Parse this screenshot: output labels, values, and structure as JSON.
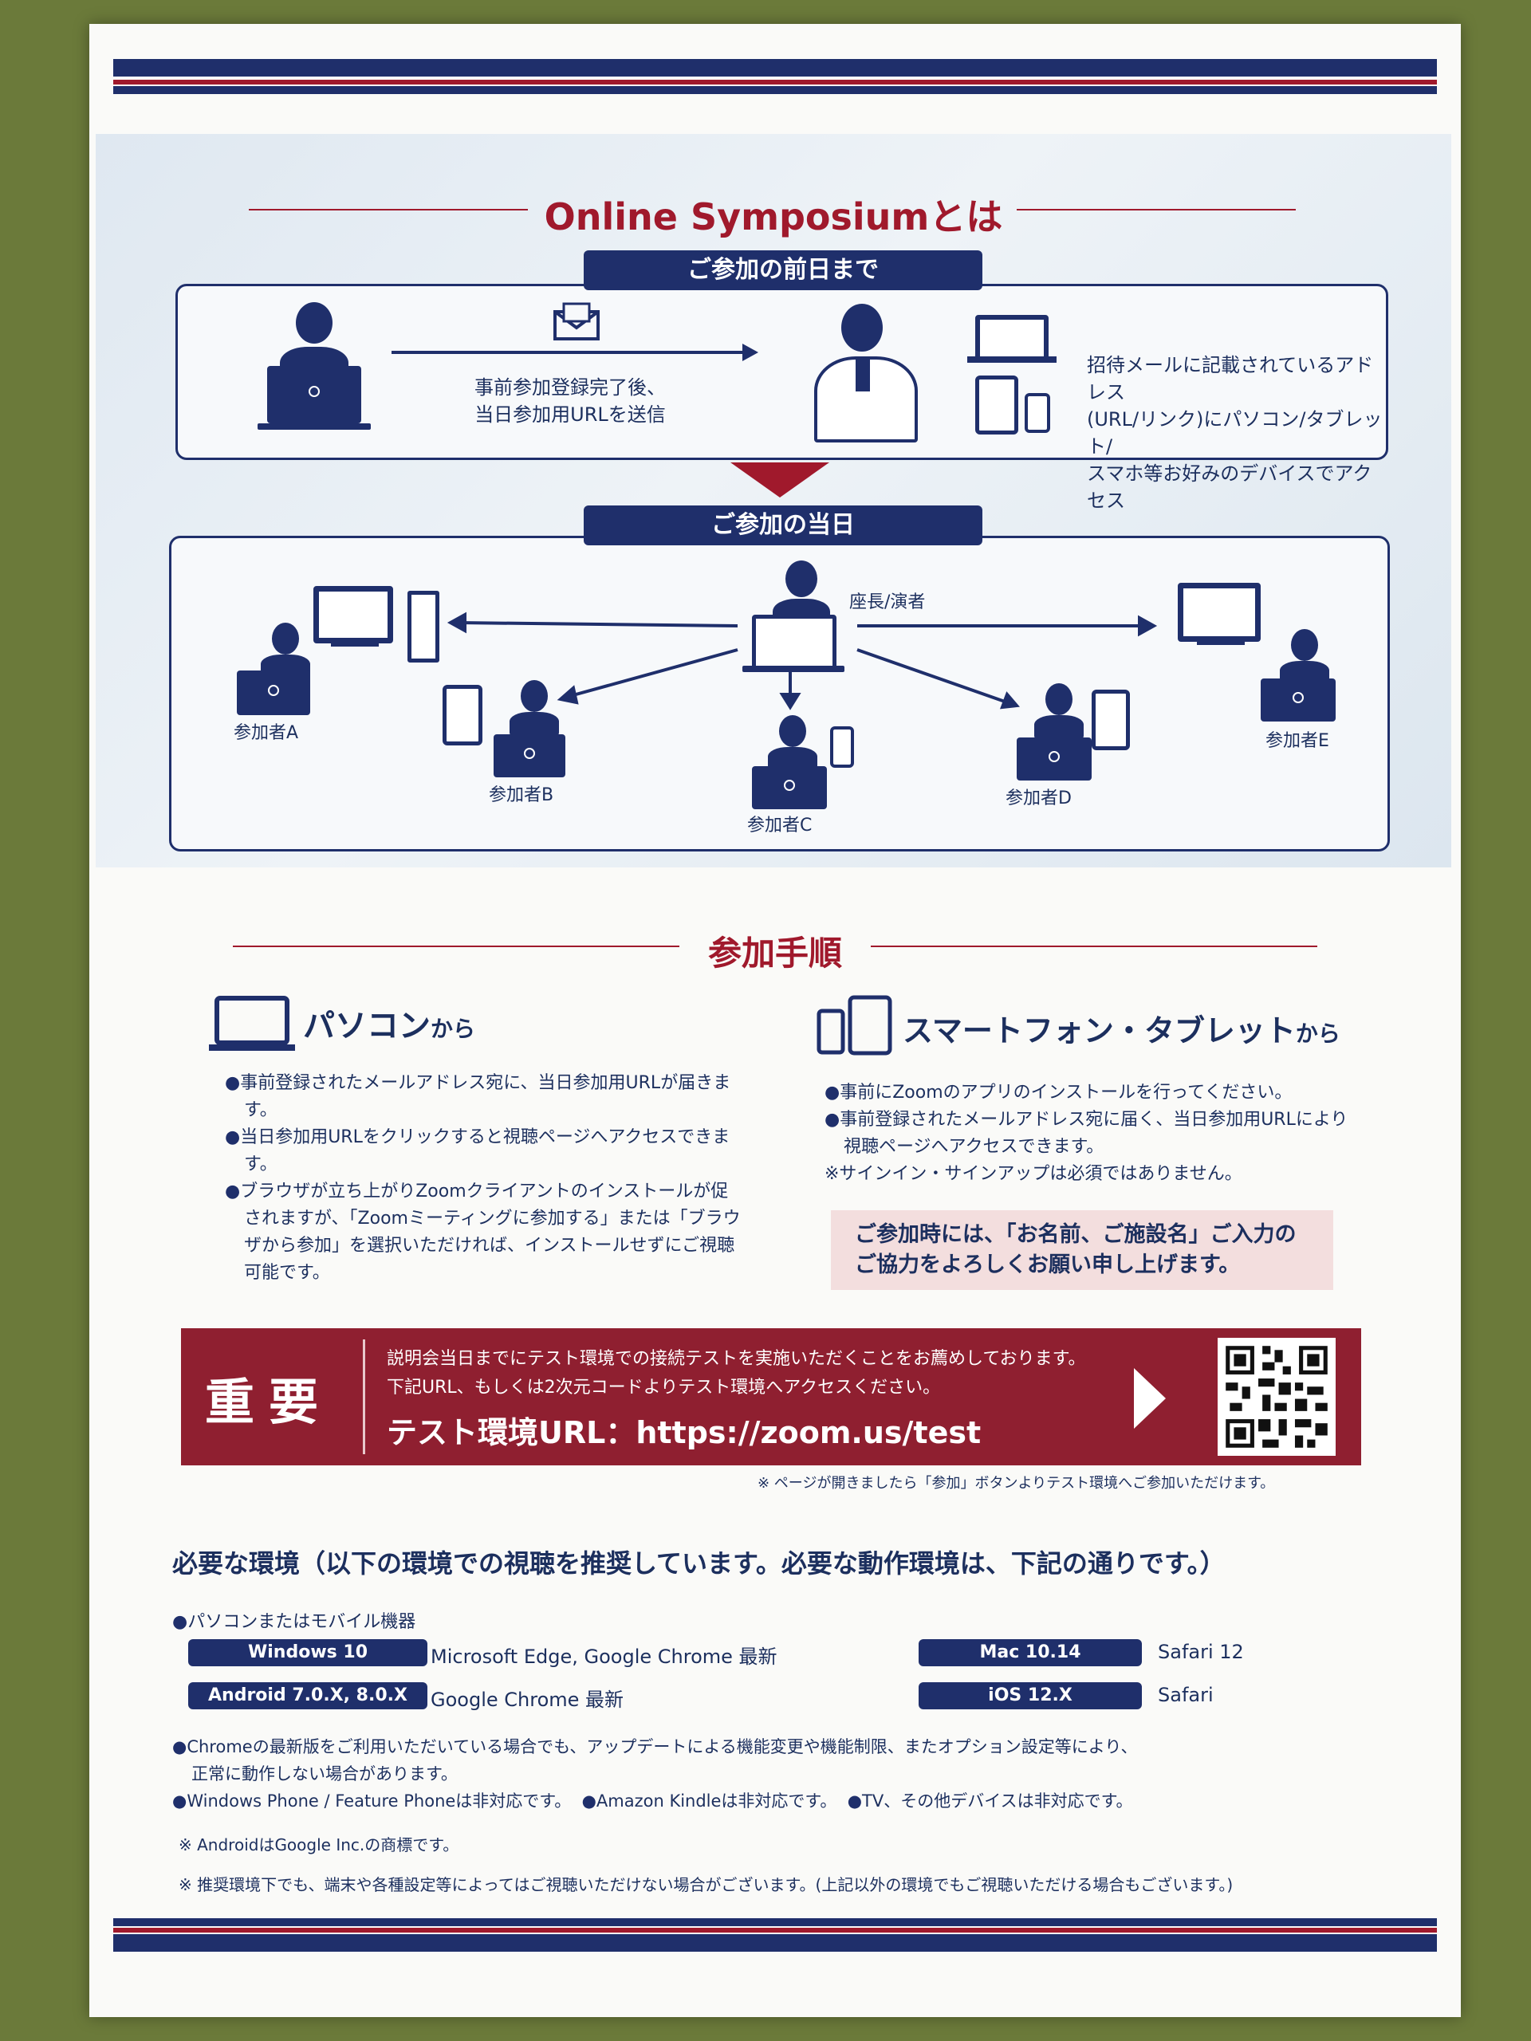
{
  "overview": {
    "title": "Online Symposiumとは",
    "day_before": {
      "tab": "ご参加の前日まで",
      "arrow_caption_1": "事前参加登録完了後、",
      "arrow_caption_2": "当日参加用URLを送信",
      "access_1": "招待メールに記載されているアドレス",
      "access_2": "(URL/リンク)にパソコン/タブレット/",
      "access_3": "スマホ等お好みのデバイスでアクセス"
    },
    "day_of": {
      "tab": "ご参加の当日",
      "presenter": "座長/演者",
      "participants": [
        "参加者A",
        "参加者B",
        "参加者C",
        "参加者D",
        "参加者E"
      ]
    }
  },
  "procedure": {
    "title": "参加手順",
    "pc": {
      "heading": "パソコン",
      "heading_suffix": "から",
      "bullets": [
        "事前登録されたメールアドレス宛に、当日参加用URLが届きます。",
        "当日参加用URLをクリックすると視聴ページへアクセスできます。",
        "ブラウザが立ち上がりZoomクライアントのインストールが促されますが、「Zoomミーティングに参加する」または「ブラウザから参加」を選択いただければ、インストールせずにご視聴可能です。"
      ]
    },
    "mobile": {
      "heading": "スマートフォン・タブレット",
      "heading_suffix": "から",
      "bullets": [
        "事前にZoomのアプリのインストールを行ってください。",
        "事前登録されたメールアドレス宛に届く、当日参加用URLにより視聴ページへアクセスできます。"
      ],
      "note": "※サインイン・サインアップは必須ではありません。"
    },
    "notice_1": "ご参加時には、「お名前、ご施設名」ご入力の",
    "notice_2": "ご協力をよろしくお願い申し上げます。"
  },
  "important": {
    "label": "重要",
    "line1": "説明会当日までにテスト環境での接続テストを実施いただくことをお薦めしております。",
    "line2": "下記URL、もしくは2次元コードよりテスト環境へアクセスください。",
    "url_line": "テスト環境URL：https://zoom.us/test",
    "footnote": "※ ページが開きましたら「参加」ボタンよりテスト環境へご参加いただけます。"
  },
  "environment": {
    "title": "必要な環境（以下の環境での視聴を推奨しています。必要な動作環境は、下記の通りです。）",
    "devices_label": "パソコンまたはモバイル機器",
    "rows": [
      {
        "os": "Windows 10",
        "browser": "Microsoft Edge, Google Chrome 最新"
      },
      {
        "os": "Android 7.0.X, 8.0.X",
        "browser": "Google Chrome 最新"
      },
      {
        "os": "Mac 10.14",
        "browser": "Safari 12"
      },
      {
        "os": "iOS 12.X",
        "browser": "Safari"
      }
    ],
    "notes": [
      "Chromeの最新版をご利用いただいている場合でも、アップデートによる機能変更や機能制限、またオプション設定等により、",
      "正常に動作しない場合があります。",
      "Windows Phone / Feature Phoneは非対応です。",
      "Amazon Kindleは非対応です。",
      "TV、その他デバイスは非対応です。"
    ],
    "trademark": "※ AndroidはGoogle Inc.の商標です。",
    "disclaimer": "※ 推奨環境下でも、端末や各種設定等によってはご視聴いただけない場合がございます。(上記以外の環境でもご視聴いただける場合もございます。)"
  },
  "colors": {
    "navy": "#1f2f6b",
    "red": "#a0192c",
    "important_bg": "#8f1f30"
  }
}
